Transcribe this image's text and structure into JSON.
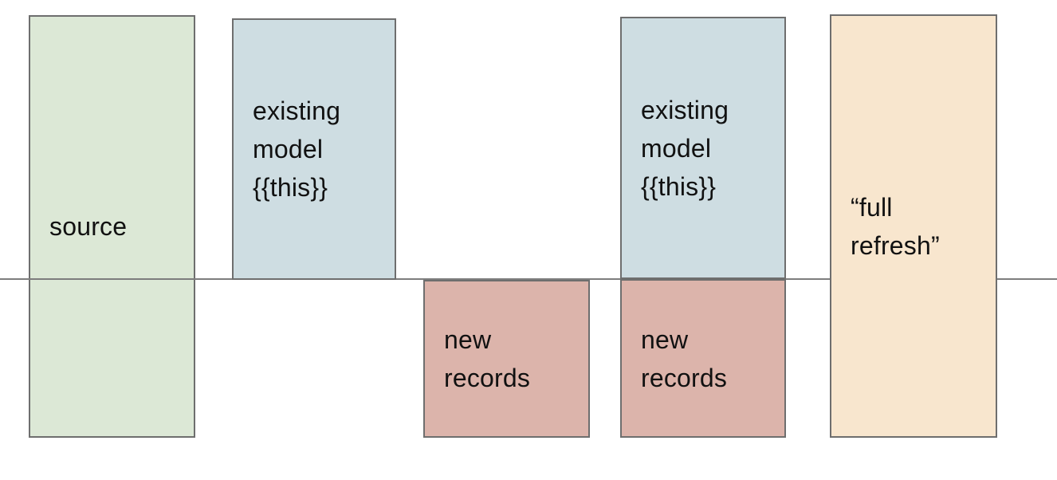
{
  "diagram": {
    "boxes": [
      {
        "id": "source",
        "label": "source",
        "color": "#dce8d6"
      },
      {
        "id": "existing-model-1",
        "label": "existing\nmodel\n{{this}}",
        "color": "#cedde2"
      },
      {
        "id": "new-records-1",
        "label": "new\nrecords",
        "color": "#dcb4ab"
      },
      {
        "id": "existing-model-2",
        "label": "existing\nmodel\n{{this}}",
        "color": "#cedde2"
      },
      {
        "id": "new-records-2",
        "label": "new\nrecords",
        "color": "#dcb4ab"
      },
      {
        "id": "full-refresh",
        "label": "“full\nrefresh”",
        "color": "#f8e6ce"
      }
    ],
    "colors": {
      "box_border": "#6e6e6e",
      "baseline": "#7d7d7d",
      "text": "#111111",
      "background": "#ffffff"
    }
  }
}
